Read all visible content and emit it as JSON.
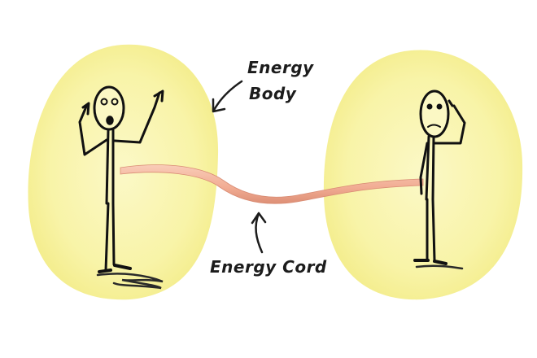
{
  "labels": {
    "energy_body_line1": "Energy",
    "energy_body_line2": "Body",
    "energy_cord": "Energy Cord"
  },
  "colors": {
    "aura": "#f7f3a6",
    "aura_edge": "#eee87a",
    "cord": "#f3b8a0",
    "cord_edge": "#d98c74",
    "ink": "#111111",
    "shadow": "#2a2a2a"
  }
}
